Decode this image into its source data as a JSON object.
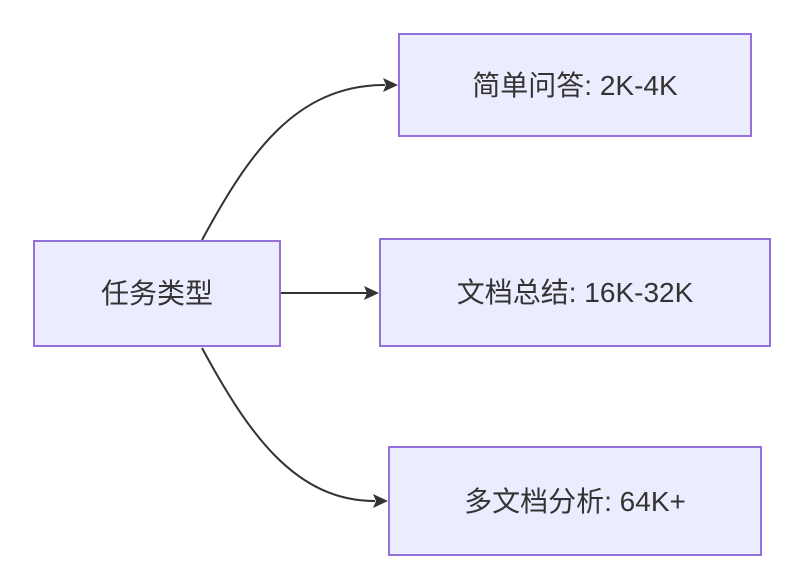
{
  "diagram": {
    "type": "flowchart",
    "direction": "left-to-right",
    "root": {
      "label": "任务类型"
    },
    "branches": [
      {
        "label": "简单问答: 2K-4K"
      },
      {
        "label": "文档总结: 16K-32K"
      },
      {
        "label": "多文档分析: 64K+"
      }
    ],
    "edges": [
      {
        "from": "任务类型",
        "to": "简单问答: 2K-4K"
      },
      {
        "from": "任务类型",
        "to": "文档总结: 16K-32K"
      },
      {
        "from": "任务类型",
        "to": "多文档分析: 64K+"
      }
    ],
    "colors": {
      "background": "#FFFFFF",
      "node_fill": "#ECECFF",
      "node_border": "#9370DB",
      "edge": "#333333",
      "text": "#333333"
    }
  }
}
